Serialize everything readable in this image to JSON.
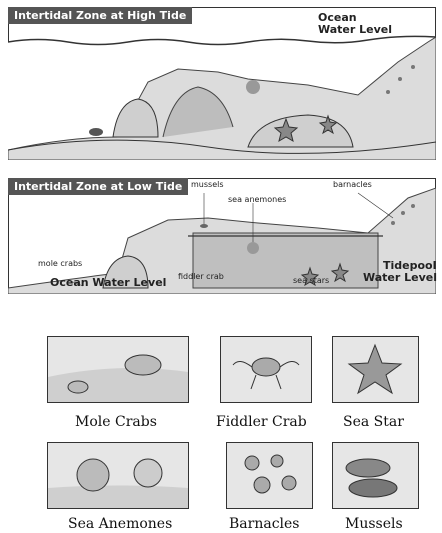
{
  "high_tide": {
    "title": "Intertidal Zone at High Tide",
    "ocean_label_line1": "Ocean",
    "ocean_label_line2": "Water Level"
  },
  "low_tide": {
    "title": "Intertidal Zone at Low Tide",
    "labels": {
      "mussels": "mussels",
      "sea_anemones": "sea anemones",
      "barnacles": "barnacles",
      "mole_crabs": "mole crabs",
      "fiddler_crab": "fiddler crab",
      "sea_stars": "sea stars",
      "tidepool_line1": "Tidepool",
      "tidepool_line2": "Water Level",
      "ocean_water_level": "Ocean Water Level"
    }
  },
  "species": [
    {
      "caption": "Mole Crabs"
    },
    {
      "caption": "Fiddler Crab"
    },
    {
      "caption": "Sea Star"
    },
    {
      "caption": "Sea Anemones"
    },
    {
      "caption": "Barnacles"
    },
    {
      "caption": "Mussels"
    }
  ]
}
